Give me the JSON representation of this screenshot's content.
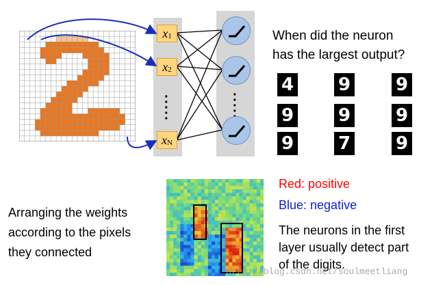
{
  "inputs": [
    {
      "var": "x",
      "sub": "1"
    },
    {
      "var": "x",
      "sub": "2"
    },
    {
      "var": "x",
      "sub": "N"
    }
  ],
  "question": {
    "line1": "When did the neuron",
    "line2": "has the largest output?"
  },
  "digits": [
    "4",
    "9",
    "9",
    "9",
    "9",
    "9",
    "9",
    "7",
    "9"
  ],
  "left_caption": {
    "line1": "Arranging the weights",
    "line2": "according to the pixels",
    "line3": "they connected"
  },
  "legend": {
    "red": "Red: positive",
    "blue": "Blue: negative"
  },
  "note": {
    "line1": "The neurons in the first",
    "line2": "layer usually detect part",
    "line3": "of the digits."
  },
  "watermark": "http://blog.csdn.net/soulmeetliang",
  "colors": {
    "digit_fill": "#e87722",
    "digit_light": "#f2c38e",
    "input_box": "#ffd580",
    "neuron": "#a9c6e8",
    "bar": "#d6d6d6",
    "arrow": "#1a2fb8",
    "red": "#ff0000",
    "blue": "#1020d0"
  }
}
